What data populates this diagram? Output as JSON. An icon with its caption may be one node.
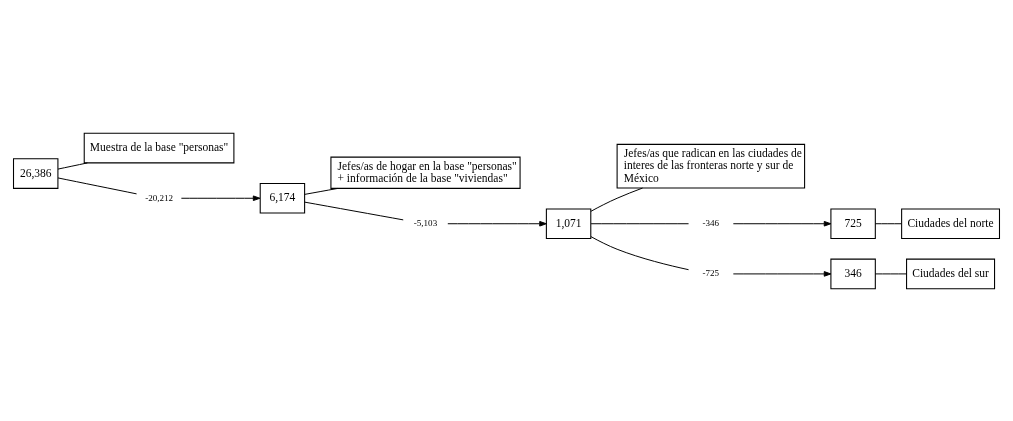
{
  "diagram": {
    "nodes": [
      {
        "text": [
          "26,386"
        ]
      },
      {
        "text": [
          "Muestra de la base \"personas\""
        ]
      },
      {
        "text": [
          "-20,212"
        ]
      },
      {
        "text": [
          "6,174"
        ]
      },
      {
        "text": [
          "Jefes/as de hogar en la base \"personas\" + información de la base \"viviendas\""
        ]
      },
      {
        "text": [
          "-5,103"
        ]
      },
      {
        "text": [
          "1,071"
        ]
      },
      {
        "text": [
          "Jefes/as que radican en las ciudades de interes de las fronteras norte y sur de México"
        ]
      },
      {
        "text": [
          "-346"
        ]
      },
      {
        "text": [
          "725"
        ]
      },
      {
        "text": [
          "Ciudades del norte"
        ]
      },
      {
        "text": [
          "-725"
        ]
      },
      {
        "text": [
          "346"
        ]
      },
      {
        "text": [
          "Ciudades del sur"
        ]
      }
    ],
    "edges": [
      {
        "from": 0,
        "to": 1,
        "arrow": "none"
      },
      {
        "from": 0,
        "to": 2,
        "arrow": "none"
      },
      {
        "from": 2,
        "to": 3,
        "arrow": "to"
      },
      {
        "from": 3,
        "to": 4,
        "arrow": "none"
      },
      {
        "from": 3,
        "to": 5,
        "arrow": "none"
      },
      {
        "from": 5,
        "to": 6,
        "arrow": "to"
      },
      {
        "from": 6,
        "to": 7,
        "arrow": "none"
      },
      {
        "from": 6,
        "to": 8,
        "arrow": "none"
      },
      {
        "from": 8,
        "to": 9,
        "arrow": "to"
      },
      {
        "from": 9,
        "to": 10,
        "arrow": "none"
      },
      {
        "from": 6,
        "to": 11,
        "arrow": "none"
      },
      {
        "from": 11,
        "to": 12,
        "arrow": "to"
      },
      {
        "from": 12,
        "to": 13,
        "arrow": "none"
      }
    ]
  }
}
